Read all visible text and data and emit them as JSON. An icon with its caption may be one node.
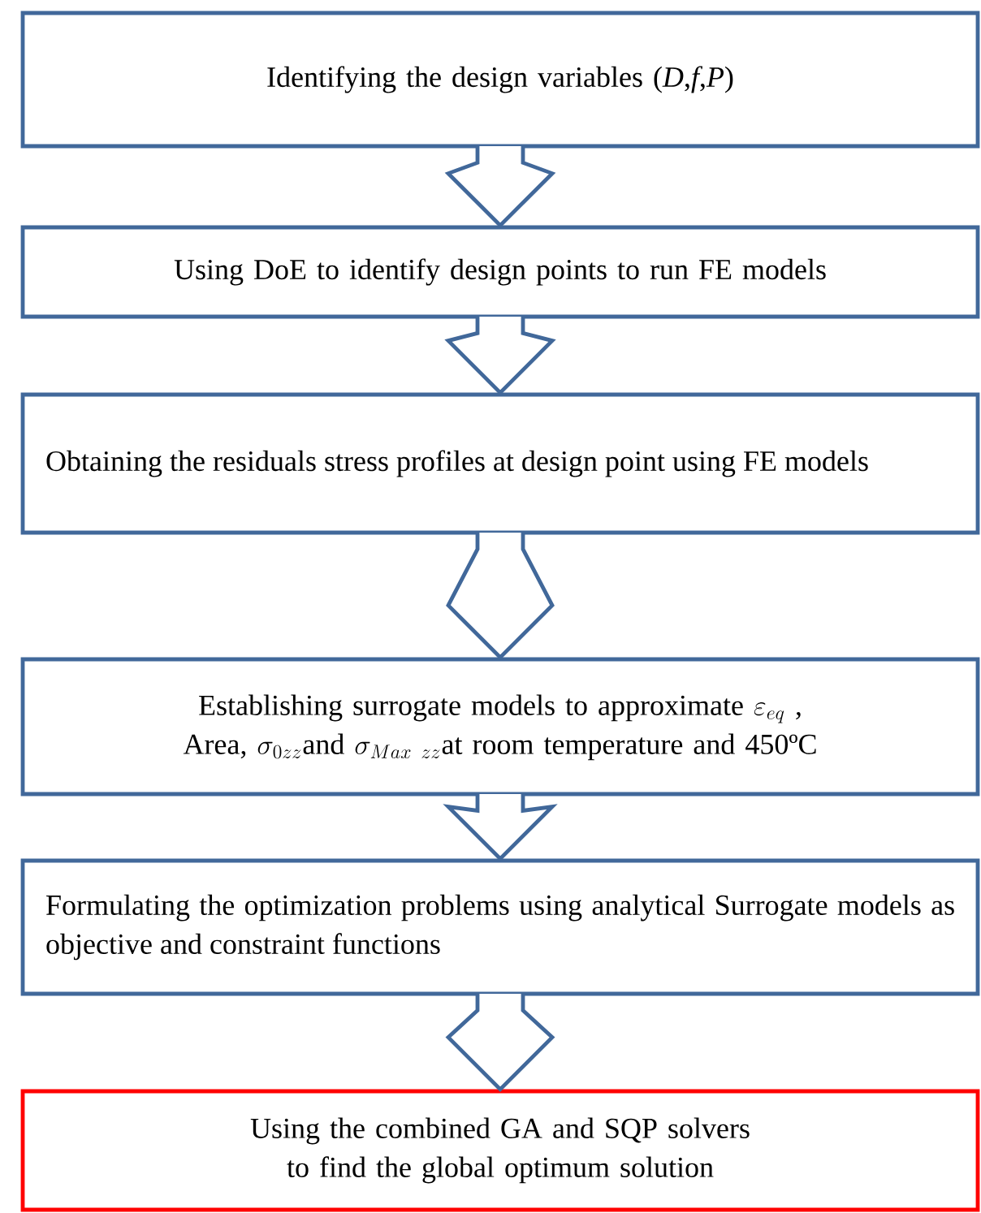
{
  "diagram": {
    "nodes": [
      {
        "text": [
          "Identifying the design variables (*D*,*f*,*P*)"
        ]
      },
      {
        "text": [
          "Using DoE to identify design points to run FE models"
        ]
      },
      {
        "text": [
          "Obtaining the residuals stress profiles at design point using FE models"
        ]
      },
      {
        "text": [
          "\\begin{array}{c}\\text{Establishing surrogate models to approximate }\\varepsilon_{eq}\\text{ ,}\\\\ \\text{Area, }\\sigma_{0zz}\\text{and }\\sigma_{Max\\ zz}\\text{at room temperature and 450ºC}\\end{array}"
        ]
      },
      {
        "text": [
          "Formulating the optimization problems using analytical Surrogate models as objective and constraint functions"
        ]
      },
      {
        "text": [
          "Using the combined GA and SQP solvers to find the global optimum solution"
        ]
      }
    ],
    "edges": [
      {
        "from": 0,
        "to": 1,
        "arrow": "to"
      },
      {
        "from": 1,
        "to": 2,
        "arrow": "to"
      },
      {
        "from": 2,
        "to": 3,
        "arrow": "to"
      },
      {
        "from": 3,
        "to": 4,
        "arrow": "to"
      },
      {
        "from": 4,
        "to": 5,
        "arrow": "to"
      }
    ]
  }
}
